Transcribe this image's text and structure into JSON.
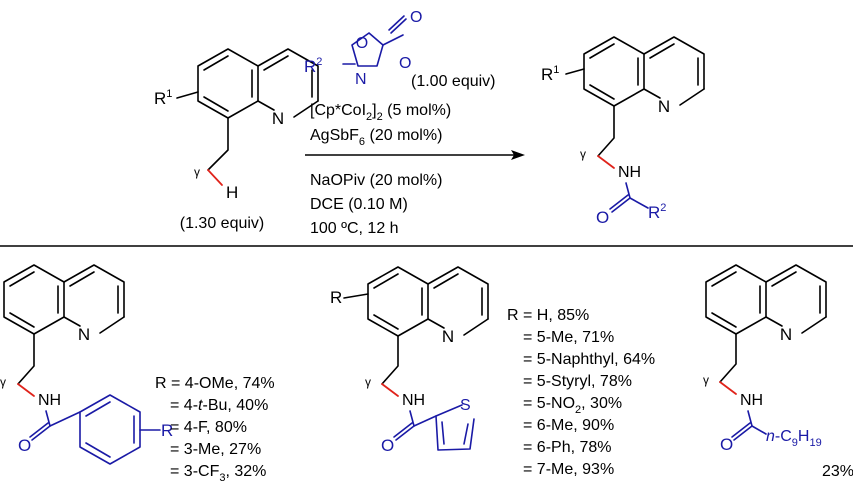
{
  "colors": {
    "black": "#000000",
    "blue": "#1a1aa6",
    "red": "#e0231b"
  },
  "reaction": {
    "reagent": {
      "r_group": "R",
      "r_sup": "2",
      "n_atom": "N",
      "o_atom": "O",
      "amount": "(1.00 equiv)"
    },
    "conditions_above": [
      {
        "parts": [
          "[Cp*CoI",
          "2",
          "]",
          "2",
          " (5 mol%)"
        ],
        "subs": [
          1,
          3
        ]
      },
      {
        "parts": [
          "AgSbF",
          "6",
          " (20 mol%)"
        ],
        "subs": [
          1
        ]
      }
    ],
    "conditions_below": [
      "NaOPiv (20 mol%)",
      "DCE (0.10 M)",
      "100 ºC, 12 h"
    ],
    "substrate": {
      "r_group": "R",
      "r_sup": "1",
      "gamma": "γ",
      "h_atom": "H",
      "n_atom": "N",
      "amount": "(1.30 equiv)"
    },
    "product": {
      "r_group": "R",
      "r_sup": "1",
      "gamma": "γ",
      "nh": "NH",
      "o_atom": "O",
      "r2": "R",
      "r2_sup": "2",
      "n_atom": "N"
    }
  },
  "examples": {
    "benzamide": {
      "gamma": "γ",
      "nh": "NH",
      "o_atom": "O",
      "r_group": "R",
      "n_atom": "N",
      "results": [
        {
          "lead": "R = ",
          "label": "4-OMe",
          "yield": "74%"
        },
        {
          "lead": "= ",
          "label": "4-",
          "label_italic": "t",
          "label_tail": "-Bu",
          "yield": "40%"
        },
        {
          "lead": "= ",
          "label": "4-F",
          "yield": "80%"
        },
        {
          "lead": "= ",
          "label": "3-Me",
          "yield": "27%"
        },
        {
          "lead": "= ",
          "label": "3-CF",
          "label_sub": "3",
          "yield": "32%"
        }
      ]
    },
    "thiophene": {
      "gamma": "γ",
      "nh": "NH",
      "o_atom": "O",
      "s_atom": "S",
      "r_group": "R",
      "n_atom": "N",
      "results": [
        {
          "lead": "R = ",
          "label": "H",
          "yield": "85%"
        },
        {
          "lead": "= ",
          "label": "5-Me",
          "yield": "71%"
        },
        {
          "lead": "= ",
          "label": "5-Naphthyl",
          "yield": "64%"
        },
        {
          "lead": "= ",
          "label": "5-Styryl",
          "yield": "78%"
        },
        {
          "lead": "= ",
          "label": "5-NO",
          "label_sub": "2",
          "yield": "30%"
        },
        {
          "lead": "= ",
          "label": "6-Me",
          "yield": "90%"
        },
        {
          "lead": "= ",
          "label": "6-Ph",
          "yield": "78%"
        },
        {
          "lead": "= ",
          "label": "7-Me",
          "yield": "93%"
        }
      ]
    },
    "alkyl": {
      "gamma": "γ",
      "nh": "NH",
      "o_atom": "O",
      "n_atom": "N",
      "chain_italic": "n",
      "chain_a": "-C",
      "chain_sub1": "9",
      "chain_b": "H",
      "chain_sub2": "19",
      "yield": "23%"
    }
  }
}
